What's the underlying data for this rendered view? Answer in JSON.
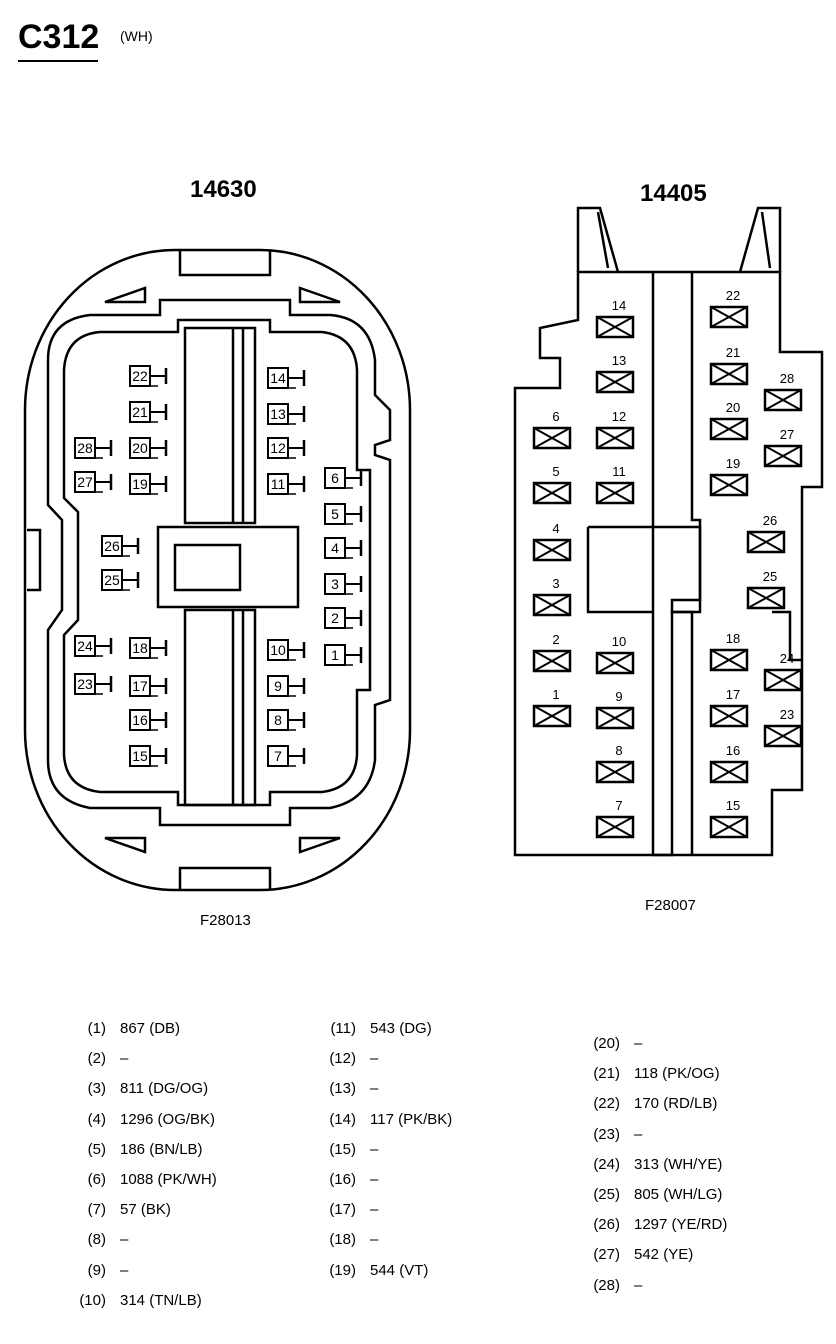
{
  "header": {
    "title": "C312",
    "color_code": "(WH)"
  },
  "connectors": {
    "left": {
      "part_number": "14630",
      "figure_id": "F28013",
      "cavity_labels": [
        "22",
        "21",
        "28",
        "20",
        "27",
        "19",
        "14",
        "13",
        "12",
        "11",
        "6",
        "5",
        "4",
        "3",
        "2",
        "1",
        "26",
        "25",
        "24",
        "18",
        "23",
        "17",
        "16",
        "15",
        "10",
        "9",
        "8",
        "7"
      ]
    },
    "right": {
      "part_number": "14405",
      "figure_id": "F28007",
      "cavity_labels": [
        "14",
        "13",
        "12",
        "11",
        "6",
        "5",
        "4",
        "3",
        "2",
        "1",
        "10",
        "9",
        "8",
        "7",
        "22",
        "21",
        "28",
        "20",
        "27",
        "19",
        "26",
        "25",
        "18",
        "24",
        "17",
        "23",
        "16",
        "15"
      ]
    }
  },
  "pinout": [
    {
      "pin": "(1)",
      "circuit": "867 (DB)"
    },
    {
      "pin": "(2)",
      "circuit": "–"
    },
    {
      "pin": "(3)",
      "circuit": "811 (DG/OG)"
    },
    {
      "pin": "(4)",
      "circuit": "1296 (OG/BK)"
    },
    {
      "pin": "(5)",
      "circuit": "186 (BN/LB)"
    },
    {
      "pin": "(6)",
      "circuit": "1088 (PK/WH)"
    },
    {
      "pin": "(7)",
      "circuit": "57 (BK)"
    },
    {
      "pin": "(8)",
      "circuit": "–"
    },
    {
      "pin": "(9)",
      "circuit": "–"
    },
    {
      "pin": "(10)",
      "circuit": "314 (TN/LB)"
    },
    {
      "pin": "(11)",
      "circuit": "543 (DG)"
    },
    {
      "pin": "(12)",
      "circuit": "–"
    },
    {
      "pin": "(13)",
      "circuit": "–"
    },
    {
      "pin": "(14)",
      "circuit": "117 (PK/BK)"
    },
    {
      "pin": "(15)",
      "circuit": "–"
    },
    {
      "pin": "(16)",
      "circuit": "–"
    },
    {
      "pin": "(17)",
      "circuit": "–"
    },
    {
      "pin": "(18)",
      "circuit": "–"
    },
    {
      "pin": "(19)",
      "circuit": "544 (VT)"
    },
    {
      "pin": "(20)",
      "circuit": "–"
    },
    {
      "pin": "(21)",
      "circuit": "118 (PK/OG)"
    },
    {
      "pin": "(22)",
      "circuit": "170 (RD/LB)"
    },
    {
      "pin": "(23)",
      "circuit": "–"
    },
    {
      "pin": "(24)",
      "circuit": "313 (WH/YE)"
    },
    {
      "pin": "(25)",
      "circuit": "805 (WH/LG)"
    },
    {
      "pin": "(26)",
      "circuit": "1297 (YE/RD)"
    },
    {
      "pin": "(27)",
      "circuit": "542 (YE)"
    },
    {
      "pin": "(28)",
      "circuit": "–"
    }
  ]
}
